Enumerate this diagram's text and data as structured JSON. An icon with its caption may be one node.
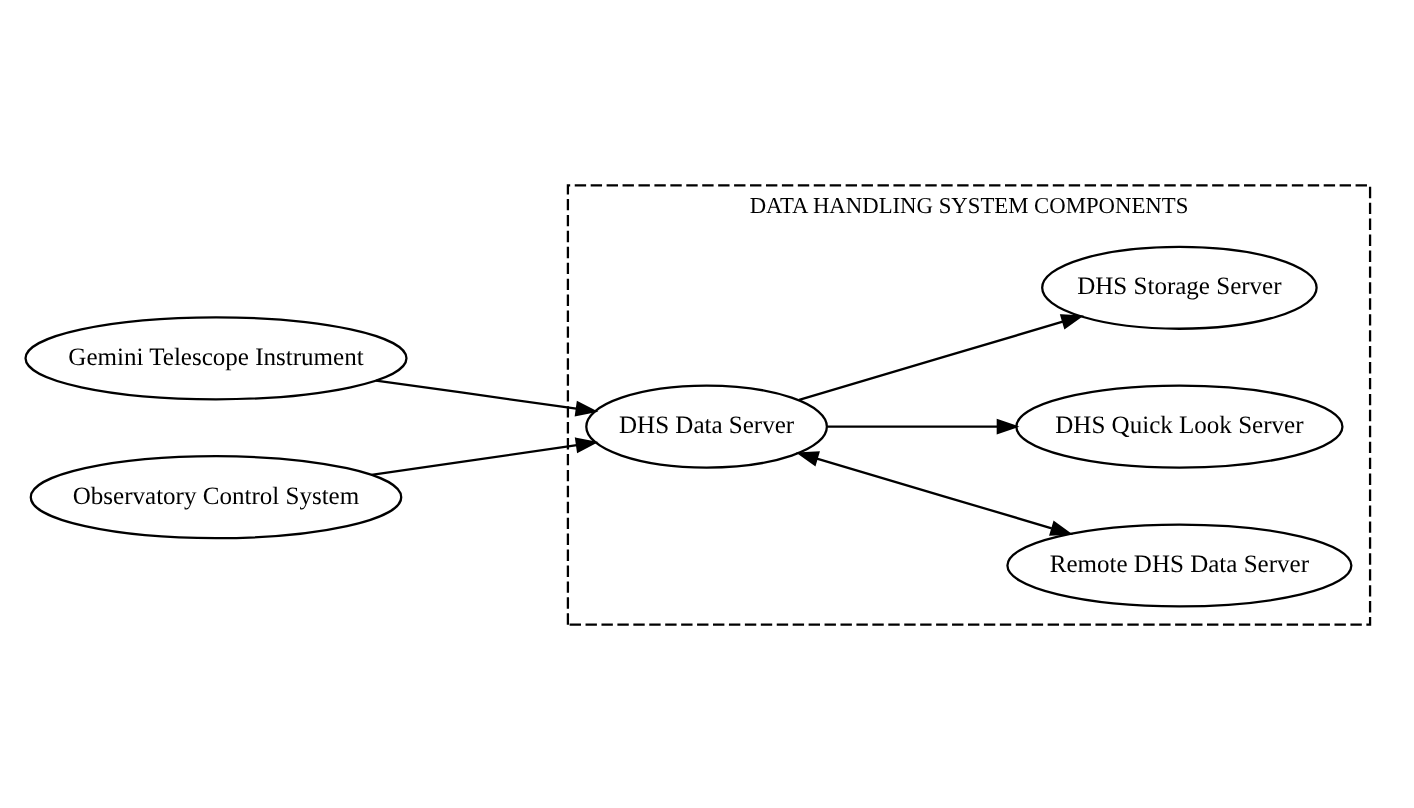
{
  "diagram": {
    "nodes": [
      {
        "text": [
          "DATA HANDLING SYSTEM COMPONENTS"
        ]
      },
      {
        "text": [
          "Gemini Telescope Instrument"
        ]
      },
      {
        "text": [
          "Observatory Control System"
        ]
      },
      {
        "text": [
          "DHS Data Server"
        ],
        "in": 0
      },
      {
        "text": [
          "Remote DHS Data Server"
        ],
        "in": 0
      },
      {
        "text": [
          "DHS Quick Look Server"
        ],
        "in": 0
      },
      {
        "text": [
          "DHS Storage Server"
        ],
        "in": 0
      }
    ],
    "edges": [
      {
        "from": 1,
        "to": 3,
        "arrow": "to"
      },
      {
        "from": 2,
        "to": 3,
        "arrow": "to"
      },
      {
        "from": 3,
        "to": 4,
        "arrow": "both"
      },
      {
        "from": 3,
        "to": 5,
        "arrow": "to"
      },
      {
        "from": 3,
        "to": 6,
        "arrow": "to"
      }
    ]
  }
}
